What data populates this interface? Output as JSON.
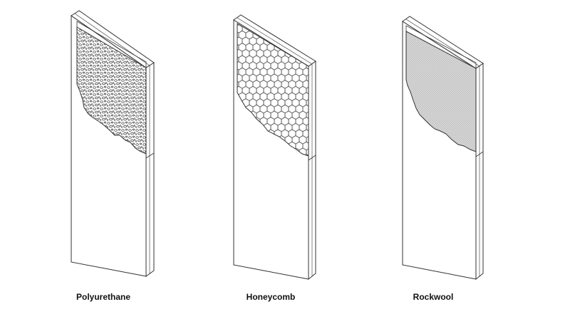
{
  "panels": [
    {
      "id": "polyurethane",
      "label": "Polyurethane",
      "core_pattern": "foam-dots"
    },
    {
      "id": "honeycomb",
      "label": "Honeycomb",
      "core_pattern": "hexagon-cells"
    },
    {
      "id": "rockwool",
      "label": "Rockwool",
      "core_pattern": "fine-fiber"
    }
  ],
  "colors": {
    "line": "#333333",
    "panel_fill": "#ffffff",
    "rockwool_fill": "#d9d9d9",
    "caption": "#111111"
  }
}
